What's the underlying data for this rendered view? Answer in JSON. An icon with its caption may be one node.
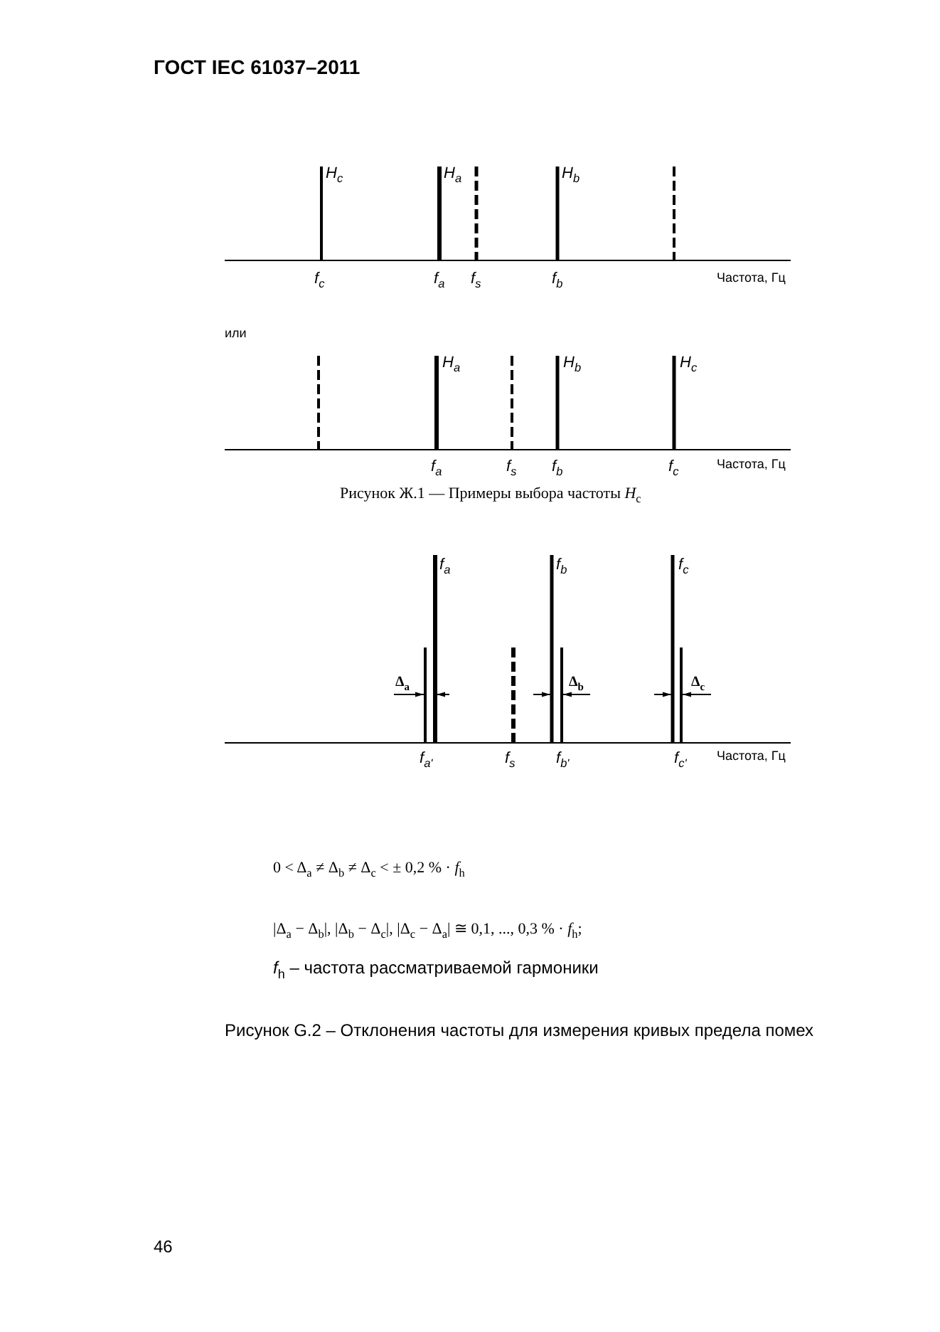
{
  "diagram": {
    "labels": [
      "ГОСТ IEC 61037–2011",
      "H$_{c}$",
      "H$_{a}$",
      "H$_{b}$",
      "f$_{c}$",
      "f$_{a}$",
      "f$_{s}$",
      "f$_{b}$",
      "Частота, Гц",
      "или",
      "H$_{a}$",
      "H$_{b}$",
      "H$_{c}$",
      "f$_{a}$",
      "f$_{s}$",
      "f$_{b}$",
      "f$_{c}$",
      "Частота, Гц",
      "Рисунок Ж.1 — Примеры выбора частоты *H*$_{c}$",
      "f$_{a}$",
      "f$_{b}$",
      "f$_{c}$",
      "Δ$_{a}$",
      "Δ$_{b}$",
      "Δ$_{c}$",
      "f$_{a'}$",
      "f$_{s}$",
      "f$_{b'}$",
      "f$_{c'}$",
      "Частота, Гц",
      "0 < Δ$_{a}$ ≠ Δ$_{b}$ ≠ Δ$_{c}$ < ± 0,2 % · *f*$_{h}$",
      "|Δ$_{a}$ − Δ$_{b}$|, |Δ$_{b}$ − Δ$_{c}$|, |Δ$_{c}$ − Δ$_{a}$| ≅ 0,1, ..., 0,3 % · *f*$_{h}$;",
      "*f*$_{h}$ – частота рассматриваемой гармоники",
      "Рисунок G.2 – Отклонения частоты для измерения кривых предела помех",
      "46"
    ]
  }
}
